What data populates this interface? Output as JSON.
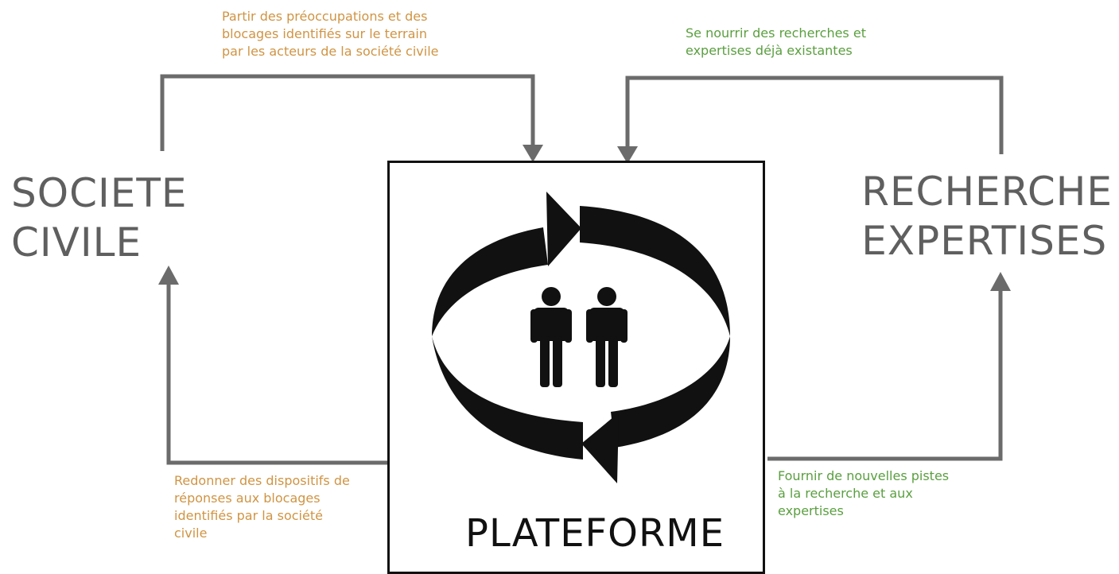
{
  "left_actor": {
    "line1": "SOCIETE",
    "line2": "CIVILE"
  },
  "right_actor": {
    "line1": "RECHERCHE",
    "line2": "EXPERTISES"
  },
  "center": {
    "label": "PLATEFORME"
  },
  "notes": {
    "top_left": [
      "Partir des préoccupations et des",
      "blocages identifiés sur le terrain",
      "par les acteurs de la société civile"
    ],
    "top_right": [
      "Se nourrir des recherches et",
      "expertises déjà existantes"
    ],
    "bottom_left": [
      "Redonner des dispositifs de",
      "réponses aux blocages",
      "identifiés par la société",
      "civile"
    ],
    "bottom_right": [
      "Fournir de nouvelles pistes",
      "à la recherche et aux",
      "expertises"
    ]
  },
  "colors": {
    "connector": "#6b6b6b",
    "orange_text": "#d09443",
    "green_text": "#5a9f3f",
    "cycle": "#111111"
  },
  "icons": [
    "person-icon",
    "person-icon",
    "cycle-arrows-icon"
  ]
}
